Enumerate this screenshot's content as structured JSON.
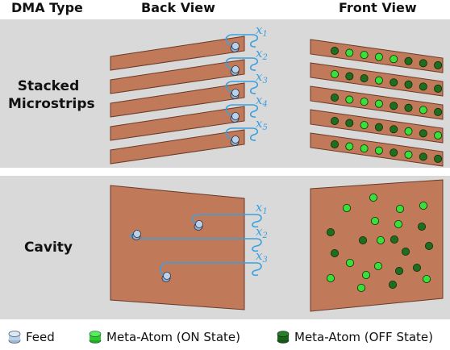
{
  "headers": {
    "type": "DMA Type",
    "back": "Back View",
    "front": "Front View"
  },
  "rows": {
    "stacked": {
      "line1": "Stacked",
      "line2": "Microstrips"
    },
    "cavity": {
      "label": "Cavity"
    }
  },
  "signals": {
    "stacked": [
      "x_1",
      "x_2",
      "x_3",
      "x_4",
      "x_5"
    ],
    "cavity": [
      "x_1",
      "x_2",
      "x_3"
    ]
  },
  "legend": {
    "feed": "Feed",
    "on": "Meta-Atom (ON State)",
    "off": "Meta-Atom (OFF State)"
  },
  "colors": {
    "panel": "#d9d9d9",
    "board": "#c07a5a",
    "board_edge": "#6a3a28",
    "feed": "#b9d2ec",
    "signal": "#3aa0e0",
    "atom_on": "#39e039",
    "atom_off": "#1f6e1f"
  },
  "microstrip_states": [
    [
      "off",
      "on",
      "on",
      "on",
      "on",
      "off",
      "off",
      "off"
    ],
    [
      "on",
      "off",
      "off",
      "on",
      "off",
      "off",
      "off",
      "off"
    ],
    [
      "off",
      "on",
      "on",
      "on",
      "off",
      "off",
      "on",
      "off"
    ],
    [
      "off",
      "off",
      "on",
      "off",
      "off",
      "on",
      "off",
      "on"
    ],
    [
      "off",
      "on",
      "on",
      "on",
      "off",
      "on",
      "off",
      "off"
    ]
  ]
}
